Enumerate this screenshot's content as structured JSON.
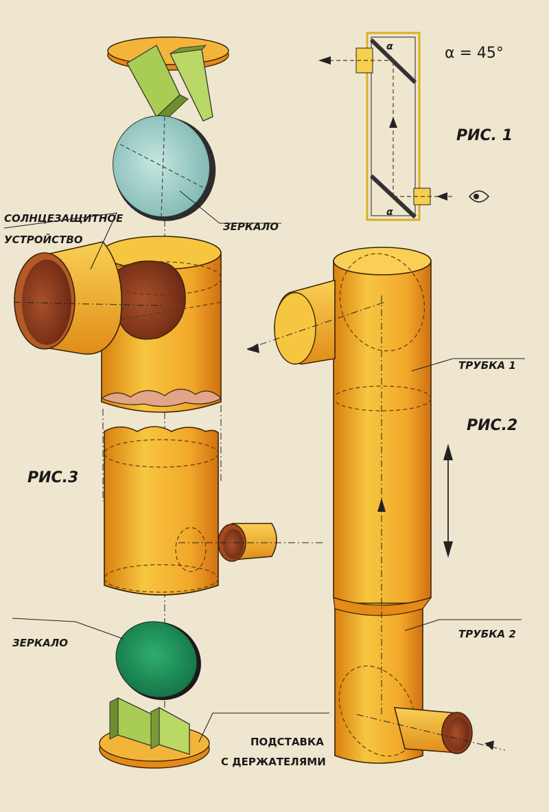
{
  "labels": {
    "angle": "α = 45°",
    "alpha": "α",
    "fig1": "РИС. 1",
    "fig2": "РИС.2",
    "fig3": "РИС.3",
    "sunshade_line1": "СОЛНЦЕЗАЩИТНОЕ",
    "sunshade_line2": "УСТРОЙСТВО",
    "mirror_top": "ЗЕРКАЛО",
    "mirror_bottom": "ЗЕРКАЛО",
    "tube1": "ТРУБКА 1",
    "tube2": "ТРУБКА 2",
    "stand_line1": "ПОДСТАВКА",
    "stand_line2": "С ДЕРЖАТЕЛЯМИ"
  },
  "colors": {
    "paper": "#efe6cf",
    "tube_light": "#f7c640",
    "tube_mid": "#f0a22a",
    "tube_dark": "#d77a12",
    "interior": "#8a3a1c",
    "mirror_top": "#a7d3cf",
    "mirror_bottom": "#1f8f5a",
    "bracket": "#a9cc55"
  }
}
